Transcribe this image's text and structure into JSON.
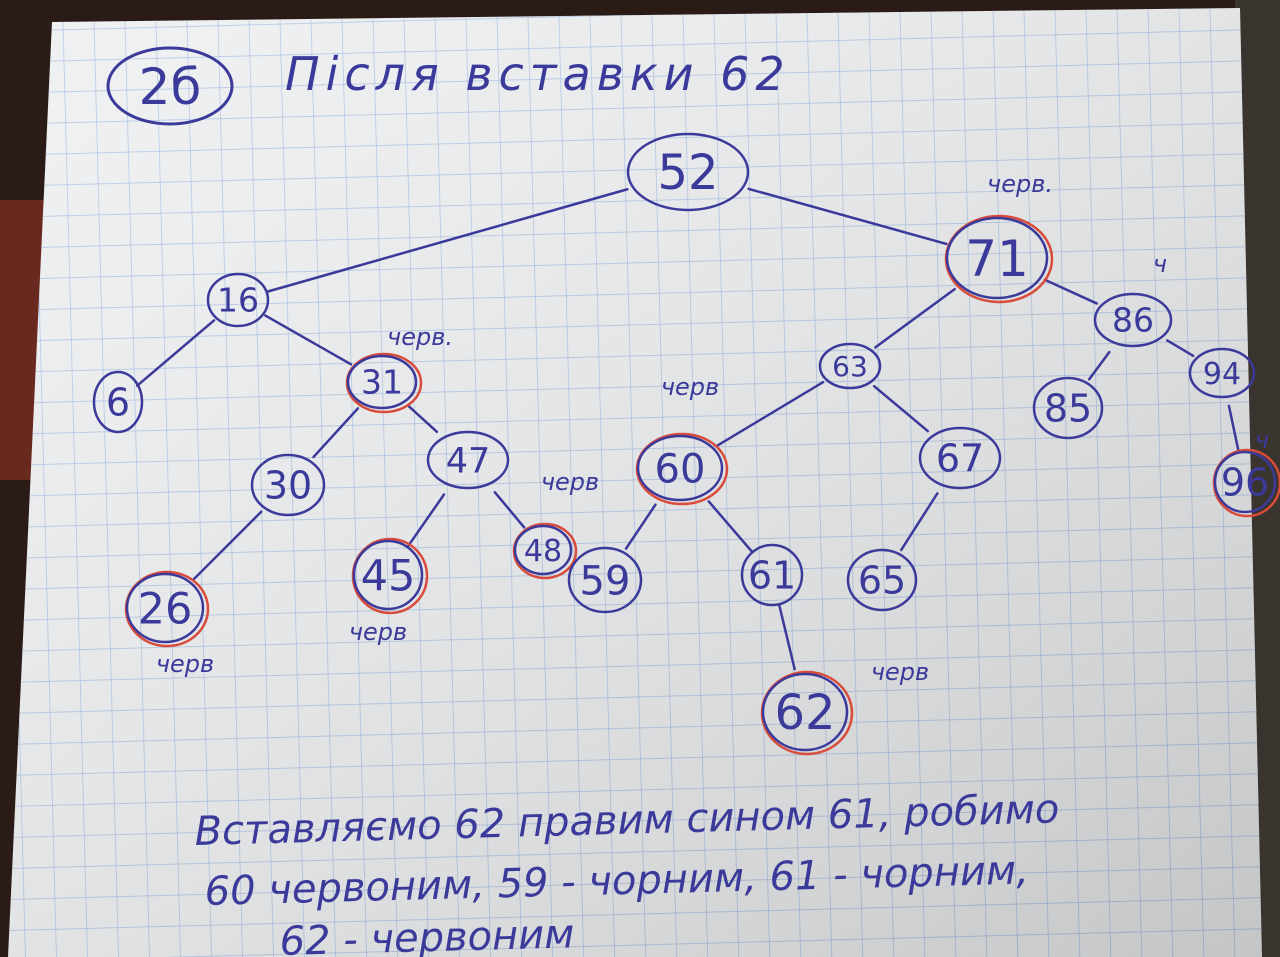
{
  "title": {
    "label": "2б",
    "text": "Після вставки 62"
  },
  "legend_colors": {
    "ink": "#3b3a9a",
    "red_marker": "#d94b3a",
    "paper": "#eef0f2",
    "grid": "#a9c4e6"
  },
  "tree": {
    "nodes": [
      {
        "id": "n52",
        "label": "52",
        "color": "black"
      },
      {
        "id": "n16",
        "label": "16",
        "color": "black"
      },
      {
        "id": "n71",
        "label": "71",
        "color": "red",
        "note": "черв."
      },
      {
        "id": "n6",
        "label": "6",
        "color": "black"
      },
      {
        "id": "n31",
        "label": "31",
        "color": "red",
        "note": "черв."
      },
      {
        "id": "n63",
        "label": "63",
        "color": "black"
      },
      {
        "id": "n86",
        "label": "86",
        "color": "black",
        "note": "ч"
      },
      {
        "id": "n30",
        "label": "30",
        "color": "black"
      },
      {
        "id": "n47",
        "label": "47",
        "color": "black"
      },
      {
        "id": "n60",
        "label": "60",
        "color": "red",
        "note": "черв"
      },
      {
        "id": "n67",
        "label": "67",
        "color": "black"
      },
      {
        "id": "n85",
        "label": "85",
        "color": "black"
      },
      {
        "id": "n94",
        "label": "94",
        "color": "black"
      },
      {
        "id": "n26",
        "label": "26",
        "color": "red",
        "note": "черв"
      },
      {
        "id": "n45",
        "label": "45",
        "color": "red",
        "note": "черв"
      },
      {
        "id": "n48",
        "label": "48",
        "color": "red",
        "note": "черв"
      },
      {
        "id": "n59",
        "label": "59",
        "color": "black"
      },
      {
        "id": "n61",
        "label": "61",
        "color": "black"
      },
      {
        "id": "n65",
        "label": "65",
        "color": "black"
      },
      {
        "id": "n96",
        "label": "96",
        "color": "red",
        "note": "ч"
      },
      {
        "id": "n62",
        "label": "62",
        "color": "red",
        "note": "черв"
      }
    ],
    "edges": [
      [
        "n52",
        "n16"
      ],
      [
        "n52",
        "n71"
      ],
      [
        "n16",
        "n6"
      ],
      [
        "n16",
        "n31"
      ],
      [
        "n31",
        "n30"
      ],
      [
        "n31",
        "n47"
      ],
      [
        "n30",
        "n26"
      ],
      [
        "n47",
        "n45"
      ],
      [
        "n47",
        "n48"
      ],
      [
        "n71",
        "n63"
      ],
      [
        "n71",
        "n86"
      ],
      [
        "n63",
        "n60"
      ],
      [
        "n63",
        "n67"
      ],
      [
        "n60",
        "n59"
      ],
      [
        "n60",
        "n61"
      ],
      [
        "n61",
        "n62"
      ],
      [
        "n67",
        "n65"
      ],
      [
        "n86",
        "n85"
      ],
      [
        "n86",
        "n94"
      ],
      [
        "n94",
        "n96"
      ]
    ]
  },
  "notes": {
    "line1": "Вставляємо 62 правим сином 61, робимо",
    "line2": "60 червоним, 59 - чорним, 61 - чорним,",
    "line3": "62 - червоним"
  }
}
